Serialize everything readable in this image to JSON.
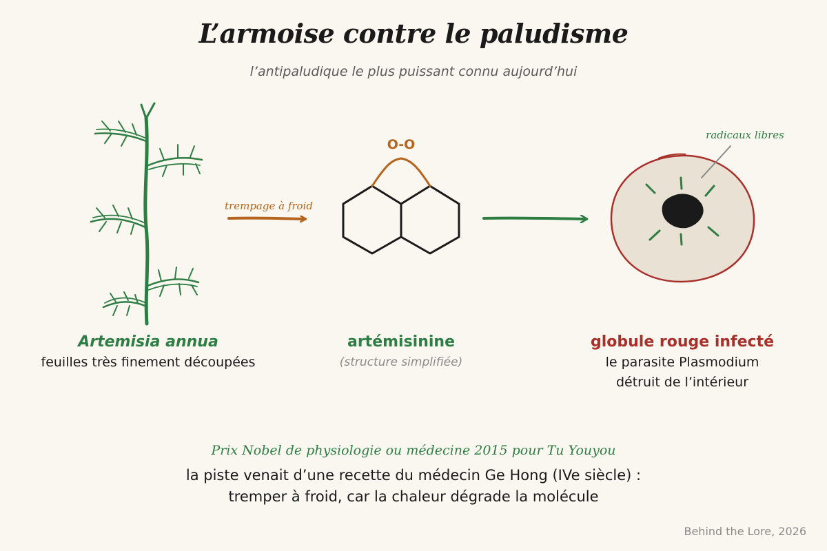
{
  "title": "L’armoise contre le paludisme",
  "subtitle": "l’antipaludique le plus puissant connu aujourd’hui",
  "plant": {
    "name": "Artemisia annua",
    "description": "feuilles très finement découpées"
  },
  "process_label": "trempage à froid",
  "molecule": {
    "bond_label": "O-O",
    "name": "artémisinine",
    "note": "(structure simplifiée)"
  },
  "cell": {
    "annotation": "radicaux libres",
    "name": "globule rouge infecté",
    "line1": "le parasite Plasmodium",
    "line2": "détruit de l’intérieur"
  },
  "footer": {
    "nobel": "Prix Nobel de physiologie ou médecine 2015 pour Tu Youyou",
    "line1": "la piste venait d’une recette du médecin Ge Hong (IVe siècle) :",
    "line2": "tremper à froid, car la chaleur dégrade la molécule"
  },
  "credit": "Behind the Lore, 2026",
  "colors": {
    "green": "#2e7d43",
    "orange": "#b5651d",
    "red": "#a8302a",
    "cell_fill": "#e8e1d4",
    "ink": "#1a1a1a"
  }
}
